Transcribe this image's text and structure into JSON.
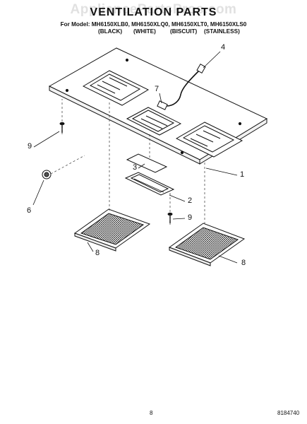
{
  "watermark": "AppliancePartsPros.com",
  "title": "VENTILATION PARTS",
  "models_line": "For Model: MH6150XLB0, MH6150XLQ0, MH6150XLT0, MH6150XLS0",
  "colors": [
    "(BLACK)",
    "(WHITE)",
    "(BISCUIT)",
    "(STAINLESS)"
  ],
  "callouts": [
    "1",
    "2",
    "3",
    "4",
    "6",
    "7",
    "8",
    "8",
    "9",
    "9"
  ],
  "page_number": "8",
  "doc_number": "8184740"
}
